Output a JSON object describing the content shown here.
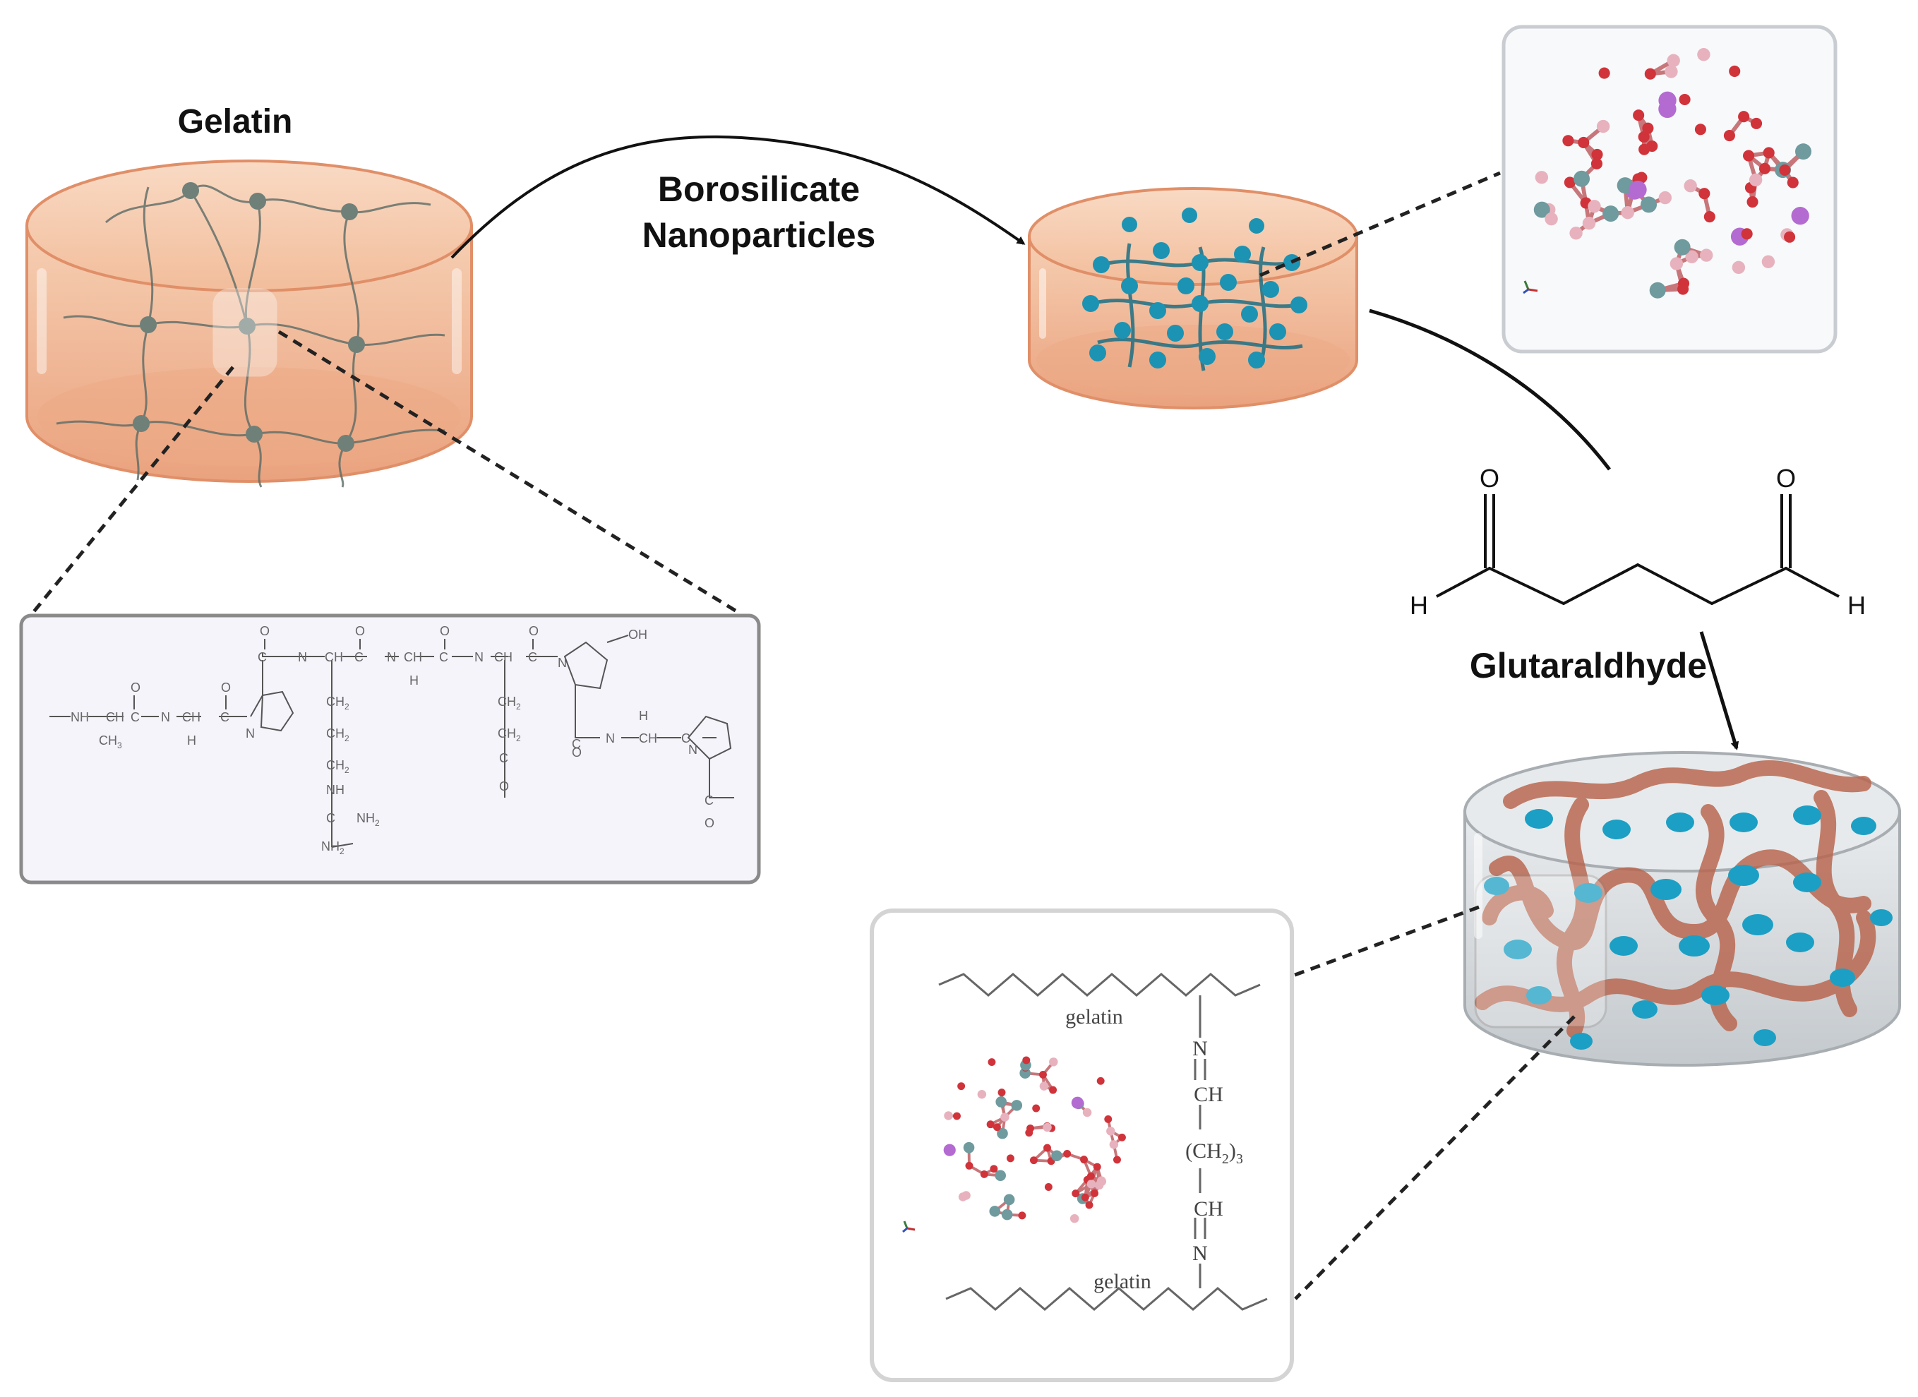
{
  "labels": {
    "gelatin": "Gelatin",
    "borosilicate_line1": "Borosilicate",
    "borosilicate_line2": "Nanoparticles",
    "glutaraldehyde": "Glutaraldhyde"
  },
  "glutaraldehyde_structure": {
    "oxygen_left": "O",
    "oxygen_right": "O",
    "hydrogen_left": "H",
    "hydrogen_right": "H"
  },
  "gelatin_sequence_labels": {
    "nh_start": "NH",
    "ch1": "CH",
    "ch3": "CH",
    "ch3_sub": "3",
    "c1": "C",
    "n1": "N",
    "ch2": "CH",
    "h1": "H",
    "c2": "C",
    "n_ring1": "N",
    "c3": "C",
    "n2": "N",
    "ch4": "CH",
    "c4": "C",
    "n3": "N",
    "ch5": "CH",
    "c5": "C",
    "n4": "N",
    "ch6": "CH",
    "c6": "C",
    "n_ring2": "N",
    "oh": "OH",
    "o1": "O",
    "o2": "O",
    "o3": "O",
    "o4": "O",
    "o5": "O",
    "ch2_a": "CH",
    "ch2_b": "CH",
    "ch2_c": "CH",
    "ch2_sub": "2",
    "nh_side": "NH",
    "c_side": "C",
    "nh2_a": "NH",
    "nh2_b": "NH",
    "nh2_sub": "2",
    "ch2_d": "CH",
    "ch2_e": "CH",
    "c_side2": "C",
    "o_side2": "O",
    "n5": "N",
    "c7": "C",
    "h2": "H",
    "ch7": "CH",
    "c8": "C",
    "n_ring3": "N",
    "c9": "C",
    "o6": "O",
    "o7": "O",
    "o8": "O",
    "n_h": "H"
  },
  "crosslink_inset": {
    "gelatin_top": "gelatin",
    "gelatin_bottom": "gelatin",
    "n_top": "N",
    "ch_top": "CH",
    "ch2_group": "(CH",
    "ch2_group_sub": "2",
    "ch2_group_close": ")",
    "ch2_group_count": "3",
    "ch_bottom": "CH",
    "n_bottom": "N"
  },
  "colors": {
    "gel_fill": "#f4c3a2",
    "gel_edge": "#e0946e",
    "network": "#5b6b66",
    "nano": "#1c93b3",
    "fiber": "#b8644c",
    "glass": "#d9dde0",
    "inset_border": "#8a8a8a"
  }
}
